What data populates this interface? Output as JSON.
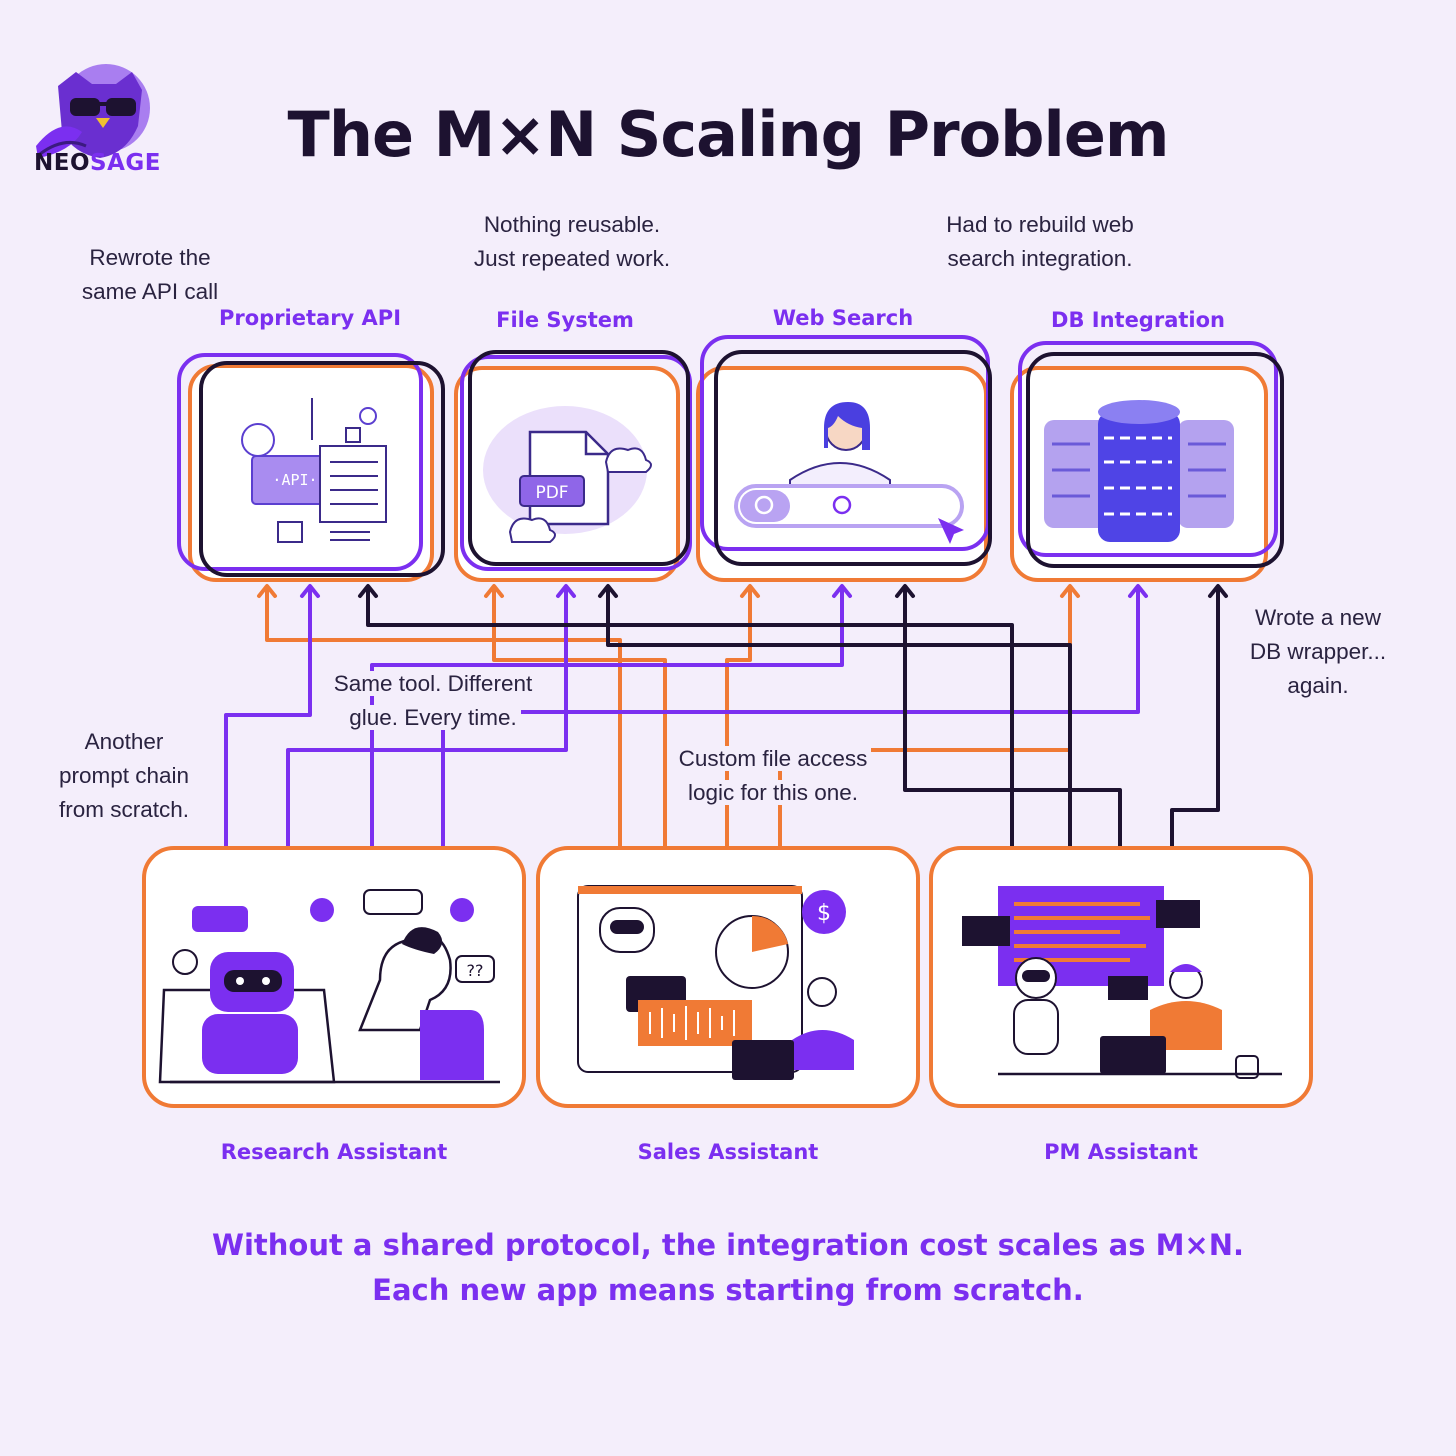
{
  "brand": {
    "logo_icon": "owl-with-sunglasses-icon",
    "name_part1": "NEO",
    "name_part2": "SAGE"
  },
  "title": "The M×N Scaling Problem",
  "colors": {
    "background": "#f4eefb",
    "purple": "#7b2ff0",
    "orange": "#f07a35",
    "dark": "#1d1230"
  },
  "tools": [
    {
      "label": "Proprietary API",
      "icon": "api-dashboard-icon"
    },
    {
      "label": "File System",
      "icon": "pdf-file-icon"
    },
    {
      "label": "Web Search",
      "icon": "web-search-person-icon"
    },
    {
      "label": "DB Integration",
      "icon": "database-stack-icon"
    }
  ],
  "apps": [
    {
      "label": "Research Assistant",
      "icon": "robot-and-researcher-icon"
    },
    {
      "label": "Sales Assistant",
      "icon": "sales-dashboard-icon"
    },
    {
      "label": "PM Assistant",
      "icon": "pm-robot-workspace-icon"
    }
  ],
  "notes": {
    "api": [
      "Rewrote the",
      "same API call"
    ],
    "files": [
      "Nothing reusable.",
      "Just repeated work."
    ],
    "web": [
      "Had to rebuild web",
      "search integration."
    ],
    "db": [
      "Wrote a new",
      "DB wrapper...",
      "again."
    ],
    "glue": [
      "Same tool. Different",
      "glue. Every time."
    ],
    "prompt": [
      "Another",
      "prompt chain",
      "from scratch."
    ],
    "custom": [
      "Custom file access",
      "logic for this one."
    ]
  },
  "footer": [
    "Without a shared protocol, the integration cost scales as M×N.",
    "Each new app means starting from scratch."
  ]
}
